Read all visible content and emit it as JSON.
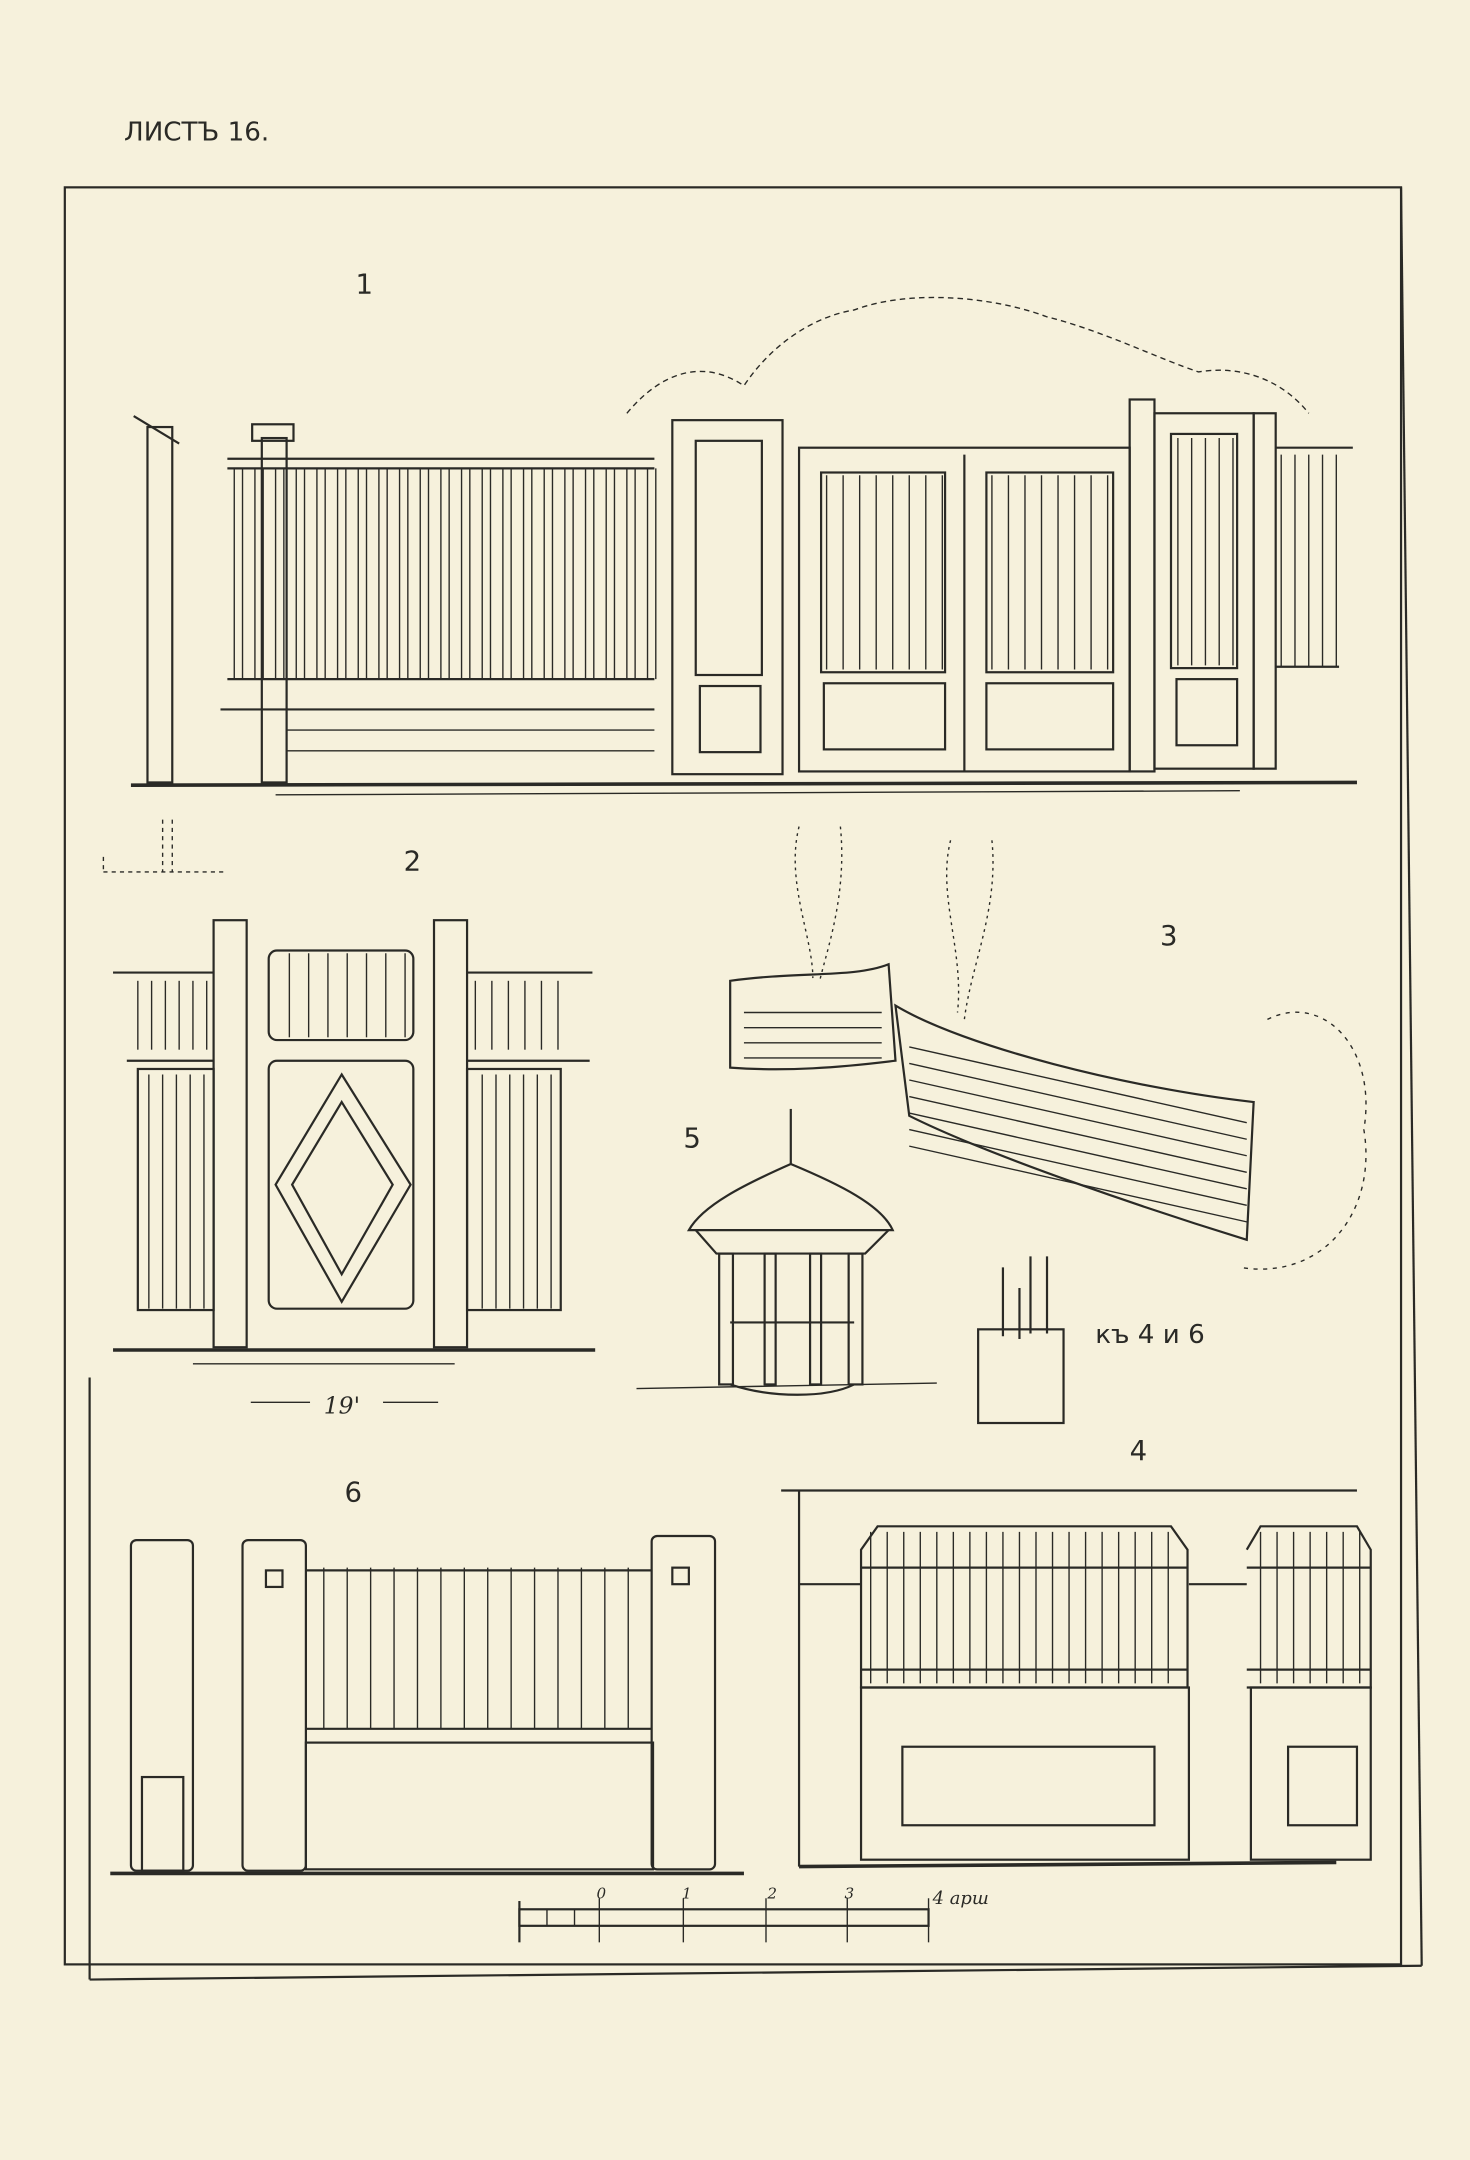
{
  "sheet": {
    "title": "ЛИСТЪ 16."
  },
  "figures": {
    "fig1": "1",
    "fig2": "2",
    "fig3": "3",
    "fig4": "4",
    "fig5": "5",
    "fig6": "6"
  },
  "annotations": {
    "gate_width": "19'",
    "post_detail": "къ 4 и 6"
  },
  "scale_bar": {
    "ticks": [
      "0",
      "1",
      "2",
      "3"
    ],
    "end_label": "4 арш"
  }
}
